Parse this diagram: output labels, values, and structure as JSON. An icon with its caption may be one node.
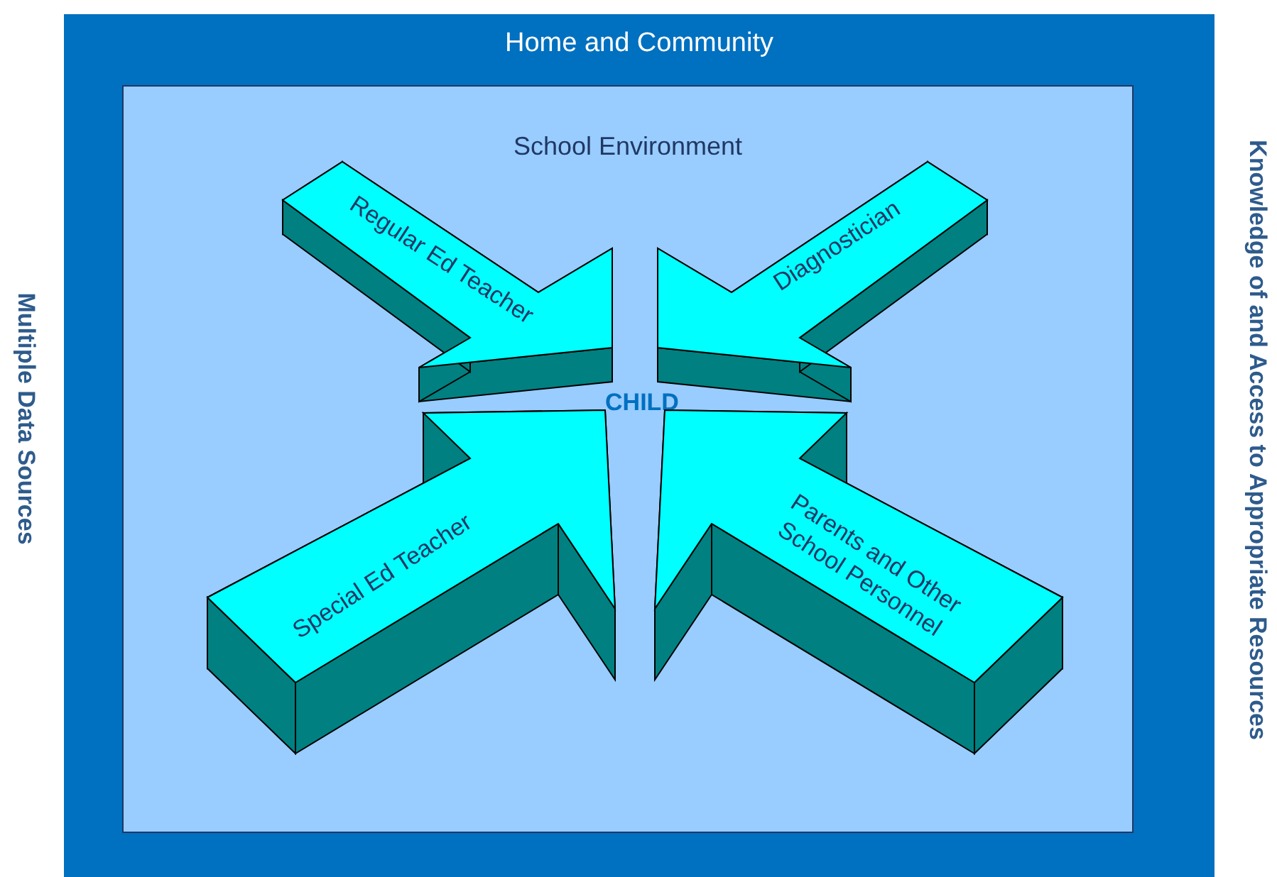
{
  "diagram": {
    "nodes": [
      {
        "text": [
          "Home and Community"
        ]
      },
      {
        "text": [
          "School Environment"
        ],
        "in": 0
      },
      {
        "text": [
          "Regular Ed Teacher"
        ],
        "in": 1
      },
      {
        "text": [
          "Diagnostician"
        ],
        "in": 1
      },
      {
        "text": [
          "CHILD"
        ],
        "in": 1
      },
      {
        "text": [
          "Special Ed Teacher"
        ],
        "in": 1
      },
      {
        "text": [
          "Parents and Other School Personnel"
        ],
        "in": 1
      }
    ],
    "labels": [
      "Multiple Data Sources",
      "Knowledge of and Access to Appropriate Resources"
    ]
  }
}
